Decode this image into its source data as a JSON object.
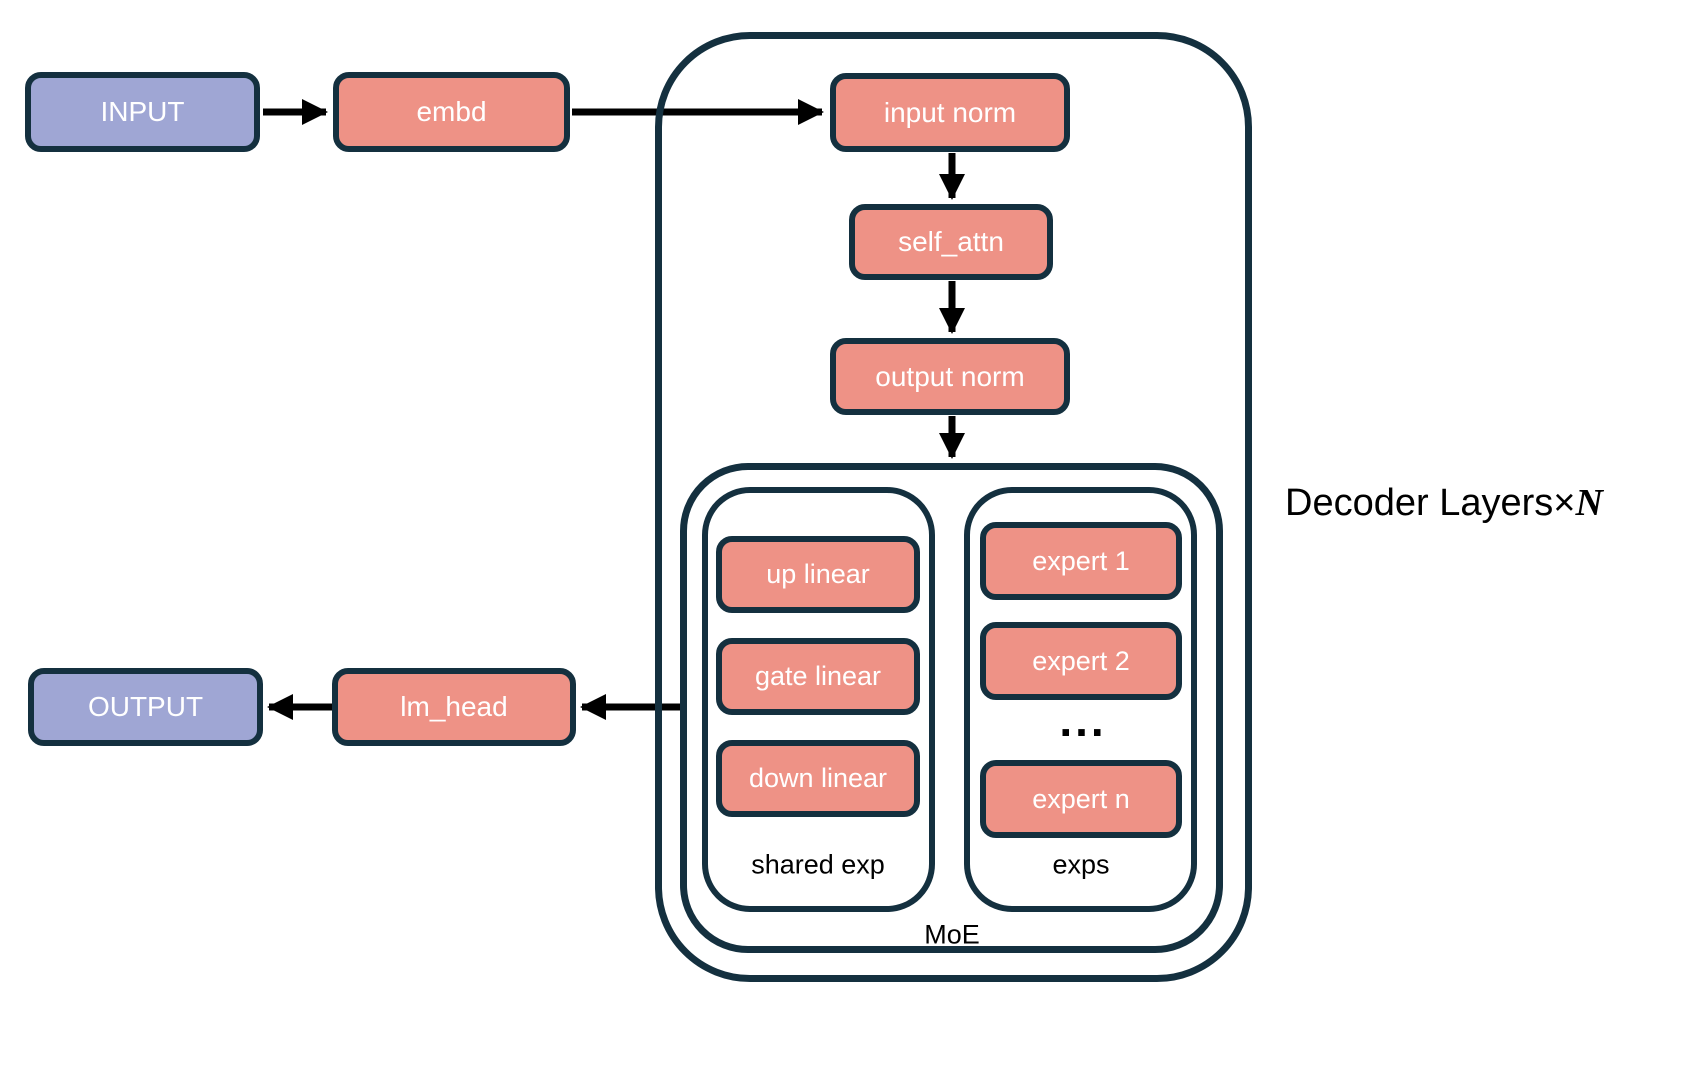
{
  "nodes": {
    "input": "INPUT",
    "embd": "embd",
    "input_norm": "input norm",
    "self_attn": "self_attn",
    "output_norm": "output norm",
    "up_linear": "up linear",
    "gate_linear": "gate linear",
    "down_linear": "down linear",
    "expert_1": "expert 1",
    "expert_2": "expert 2",
    "expert_ellipsis": "...",
    "expert_n": "expert n",
    "lm_head": "lm_head",
    "output": "OUTPUT"
  },
  "containers": {
    "decoder": {
      "label_prefix": "Decoder Layers",
      "times_symbol": "×",
      "repeat_var": "N"
    },
    "moe_label": "MoE",
    "shared_exp_label": "shared exp",
    "exps_label": "exps"
  },
  "colors": {
    "node_fill": "#EE9286",
    "io_fill": "#9FA6D4",
    "border": "#14303F",
    "arrow": "#000000"
  }
}
